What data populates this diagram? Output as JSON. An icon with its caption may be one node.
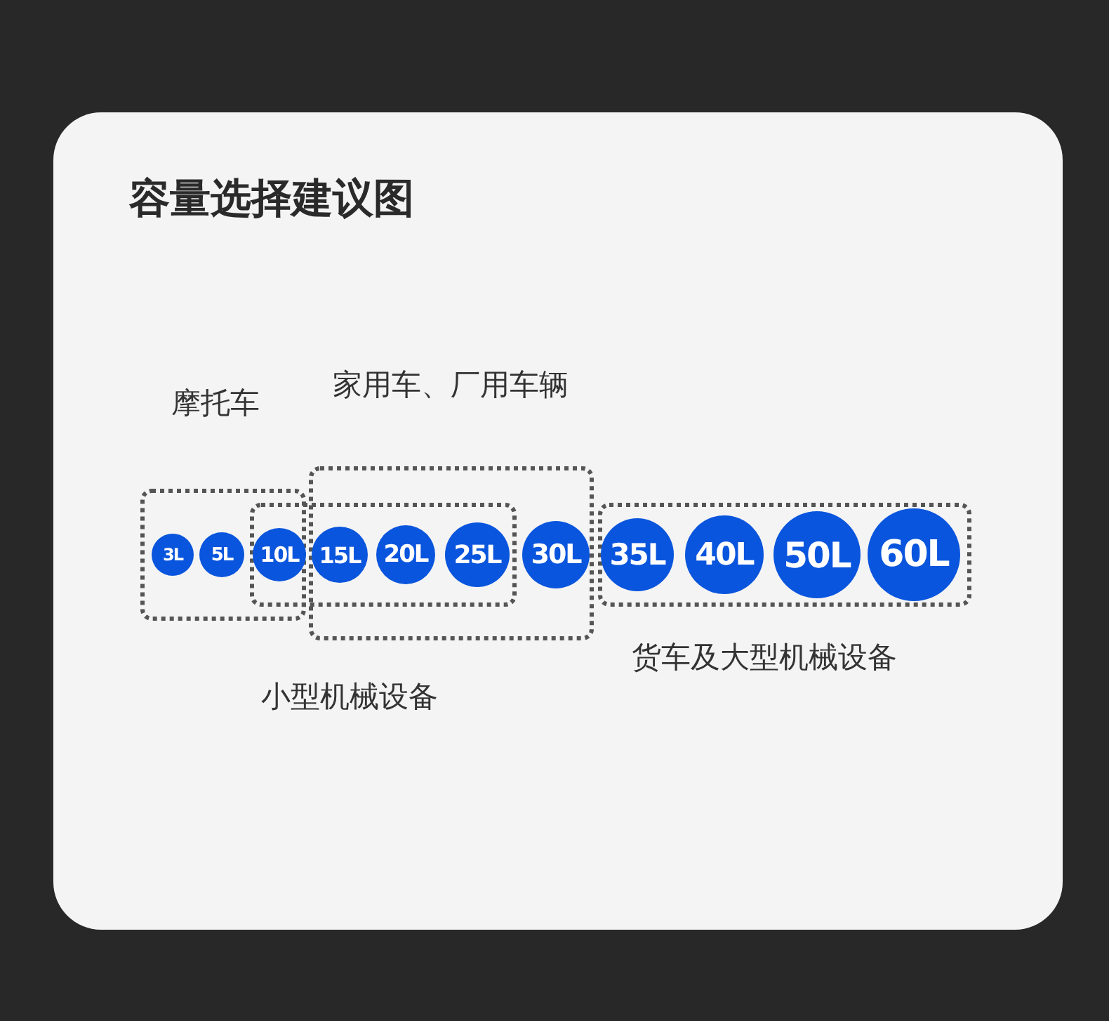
{
  "diagram": {
    "title": "容量选择建议图",
    "nodes": [
      {
        "text": [
          "摩托车"
        ]
      },
      {
        "text": [
          "家用车、厂用车辆"
        ]
      },
      {
        "text": [
          "小型机械设备"
        ]
      },
      {
        "text": [
          "货车及大型机械设备"
        ]
      },
      {
        "text": [
          "3L"
        ],
        "in": 0
      },
      {
        "text": [
          "5L"
        ],
        "in": 0
      },
      {
        "text": [
          "10L"
        ]
      },
      {
        "text": [
          "15L"
        ]
      },
      {
        "text": [
          "20L"
        ]
      },
      {
        "text": [
          "25L"
        ]
      },
      {
        "text": [
          "30L"
        ],
        "in": 1
      },
      {
        "text": [
          "35L"
        ],
        "in": 3
      },
      {
        "text": [
          "40L"
        ],
        "in": 3
      },
      {
        "text": [
          "50L"
        ],
        "in": 3
      },
      {
        "text": [
          "60L"
        ],
        "in": 3
      }
    ],
    "edges": []
  }
}
